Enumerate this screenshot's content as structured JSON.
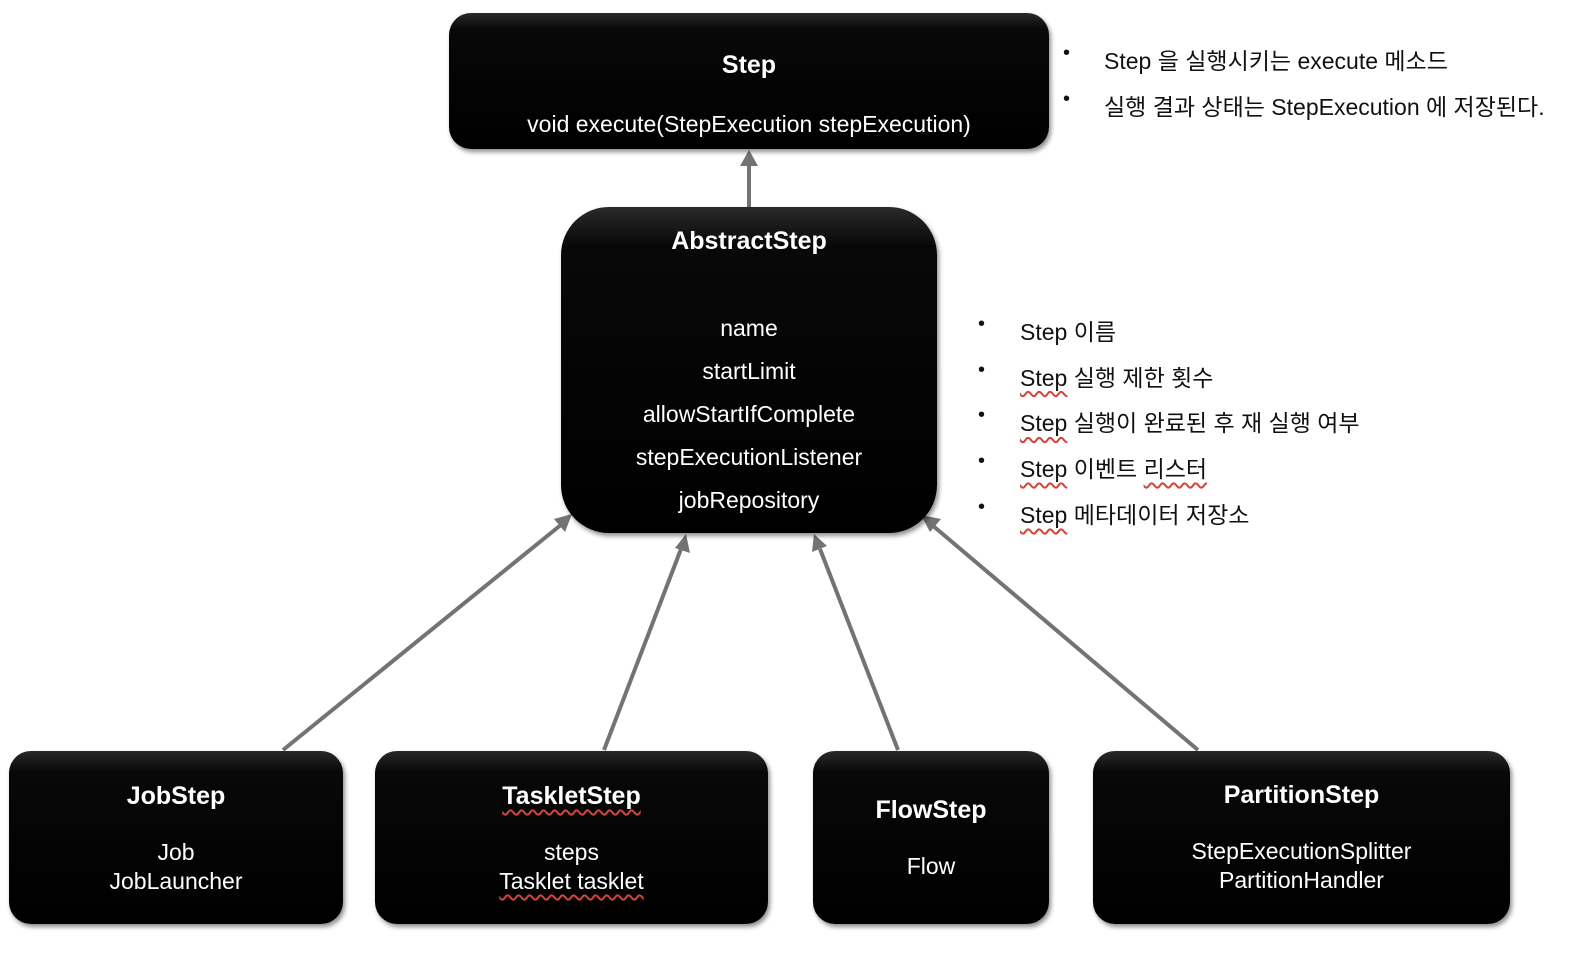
{
  "step": {
    "title": "Step",
    "method": "void execute(StepExecution stepExecution)",
    "notes": [
      "Step 을 실행시키는 execute 메소드",
      "실행 결과 상태는 StepExecution 에 저장된다."
    ]
  },
  "abstract_step": {
    "title": "AbstractStep",
    "fields": [
      "name",
      "startLimit",
      "allowStartIfComplete",
      "stepExecutionListener",
      "jobRepository"
    ],
    "notes": [
      {
        "head": "Step",
        "tail": " 이름"
      },
      {
        "head": "Step",
        "tail": " 실행 제한 횟수"
      },
      {
        "head": "Step",
        "tail": " 실행이 완료된 후 재 실행 여부"
      },
      {
        "head": "Step",
        "tail": " 이벤트 ",
        "tail2": "리스터"
      },
      {
        "head": "Step",
        "tail": " 메타데이터 저장소"
      }
    ]
  },
  "subclasses": [
    {
      "title": "JobStep",
      "lines": [
        "Job",
        "JobLauncher"
      ]
    },
    {
      "title": "TaskletStep",
      "lines": [
        "steps",
        "Tasklet tasklet"
      ]
    },
    {
      "title": "FlowStep",
      "lines": [
        "Flow"
      ]
    },
    {
      "title": "PartitionStep",
      "lines": [
        "StepExecutionSplitter",
        "PartitionHandler"
      ]
    }
  ],
  "colors": {
    "box": "#000000",
    "text": "#ffffff",
    "arrow": "#737373",
    "spellcheck": "#d0463a"
  }
}
